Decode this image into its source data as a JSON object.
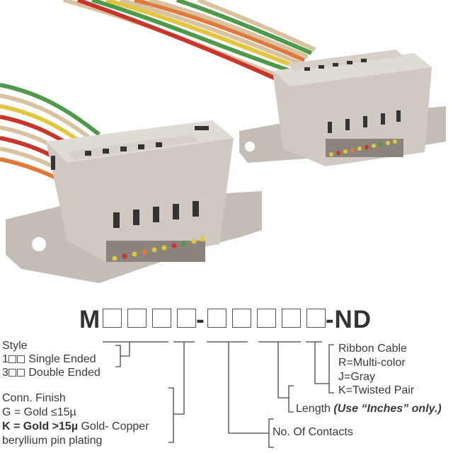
{
  "part_number": {
    "prefix": "M",
    "separator": "-",
    "suffix": "-ND",
    "group1_boxes": 4,
    "group2_boxes": 5
  },
  "style": {
    "title": "Style",
    "options": [
      {
        "code": "1",
        "label": "Single Ended"
      },
      {
        "code": "3",
        "label": "Double Ended"
      }
    ]
  },
  "finish": {
    "title": "Conn. Finish",
    "g": "G = Gold ≤15µ",
    "k_bold": "K = Gold >15µ",
    "k_rest": " Gold- Copper",
    "k_line2": "beryllium pin plating"
  },
  "contacts": {
    "label": "No. Of Contacts"
  },
  "length": {
    "label": "Length ",
    "note": "(Use “Inches” only.)"
  },
  "ribbon": {
    "title": "Ribbon Cable",
    "options": [
      "R=Multi-color",
      "J=Gray",
      "K=Twisted Pair"
    ]
  },
  "colors": {
    "connector": "#cfc9c2",
    "connector_shadow": "#a9a39c",
    "wire_red": "#c8352a",
    "wire_green": "#4f9a4a",
    "wire_yellow": "#e2c640",
    "wire_tan": "#d8c2a0",
    "wire_orange": "#e07a3a"
  }
}
